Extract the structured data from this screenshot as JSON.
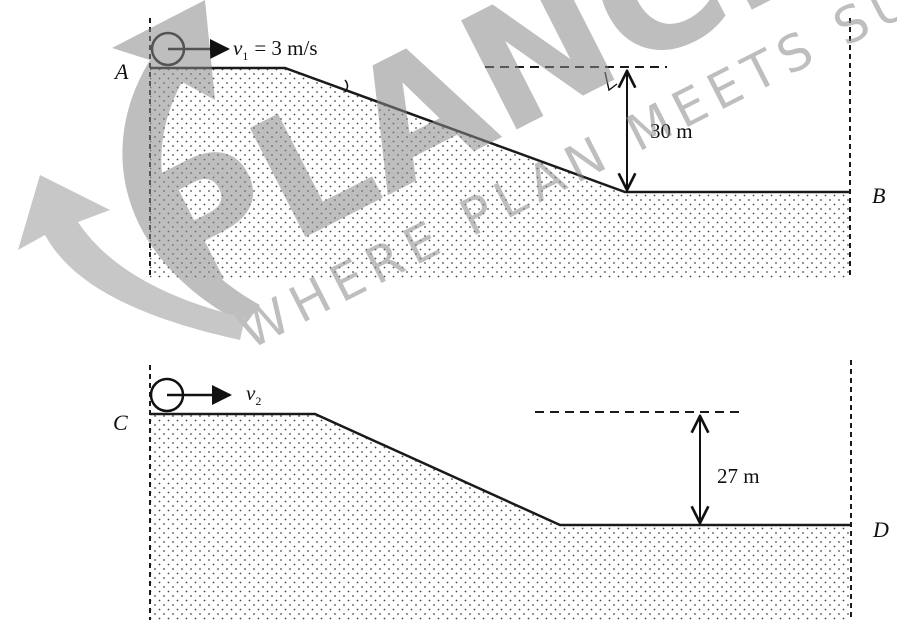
{
  "watermark": {
    "brand": "PLANCESS",
    "tagline": "WHERE PLAN MEETS SUCCESS"
  },
  "top_scene": {
    "start_point": "A",
    "end_point": "B",
    "velocity_label": "v",
    "velocity_subscript": "1",
    "velocity_value": "= 3 m/s",
    "height_label": "30 m"
  },
  "bottom_scene": {
    "start_point": "C",
    "end_point": "D",
    "velocity_label": "v",
    "velocity_subscript": "2",
    "height_label": "27 m"
  },
  "colors": {
    "ground_line": "#1a1a1a",
    "dots": "#4a4a4a",
    "watermark": "#8a8a8a"
  }
}
